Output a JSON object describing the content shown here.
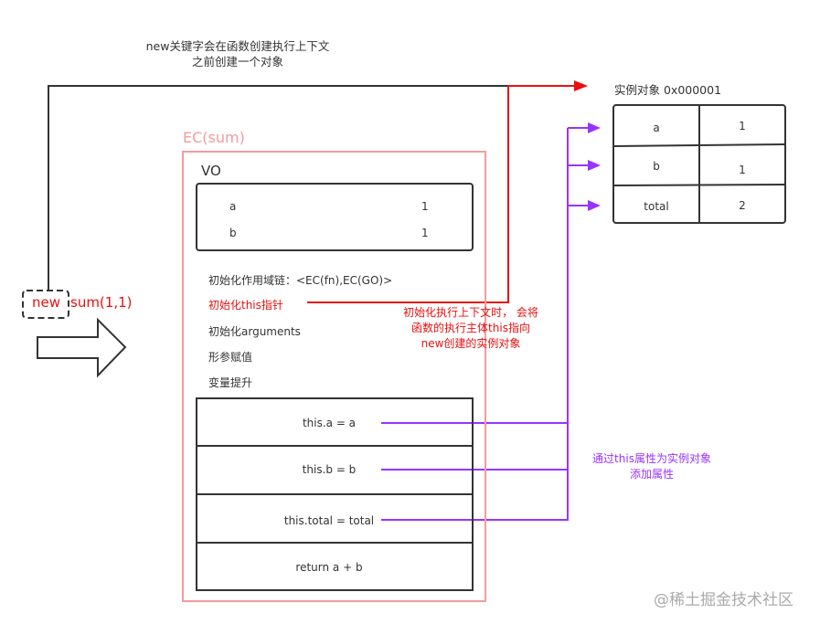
{
  "top_note": {
    "line1": "new关键字会在函数创建执行上下文",
    "line2": "之前创建一个对象"
  },
  "instance": {
    "title": "实例对象  0x000001",
    "rows": [
      {
        "key": "a",
        "value": "1"
      },
      {
        "key": "b",
        "value": "1"
      },
      {
        "key": "total",
        "value": "2"
      }
    ]
  },
  "ec": {
    "title": "EC(sum)",
    "vo_title": "VO",
    "vo_rows": [
      {
        "key": "a",
        "value": "1"
      },
      {
        "key": "b",
        "value": "1"
      }
    ],
    "steps": [
      "初始化作用域链：<EC(fn),EC(GO)>",
      "初始化this指针",
      "初始化arguments",
      "形参赋值",
      "变量提升"
    ],
    "code": [
      "this.a = a",
      "this.b = b",
      "this.total = total",
      "return a + b"
    ]
  },
  "call": {
    "new_kw": "new",
    "call_expr": "sum(1,1)"
  },
  "red_note": {
    "line1": "初始化执行上下文时，  会将",
    "line2": "函数的执行主体this指向",
    "line3": "new创建的实例对象"
  },
  "purple_note": {
    "line1": "通过this属性为实例对象",
    "line2": "添加属性"
  },
  "watermark": "@稀土掘金技术社区",
  "colors": {
    "red": "#e81010",
    "pink": "#f19c9c",
    "purple": "#9933ff",
    "dark": "#333333"
  }
}
